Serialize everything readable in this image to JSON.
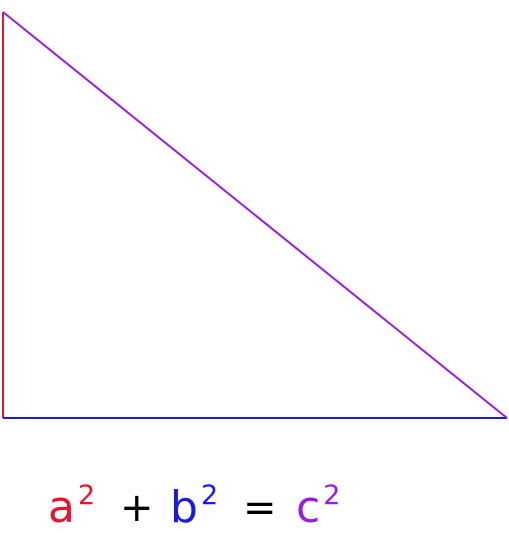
{
  "colors": {
    "a": "#e8152f",
    "b": "#1a1ae6",
    "c": "#9a1ae6",
    "operator": "#000000"
  },
  "formula": {
    "a": "a",
    "b": "b",
    "c": "c",
    "exponent": "2",
    "plus": "+",
    "equals": "="
  }
}
